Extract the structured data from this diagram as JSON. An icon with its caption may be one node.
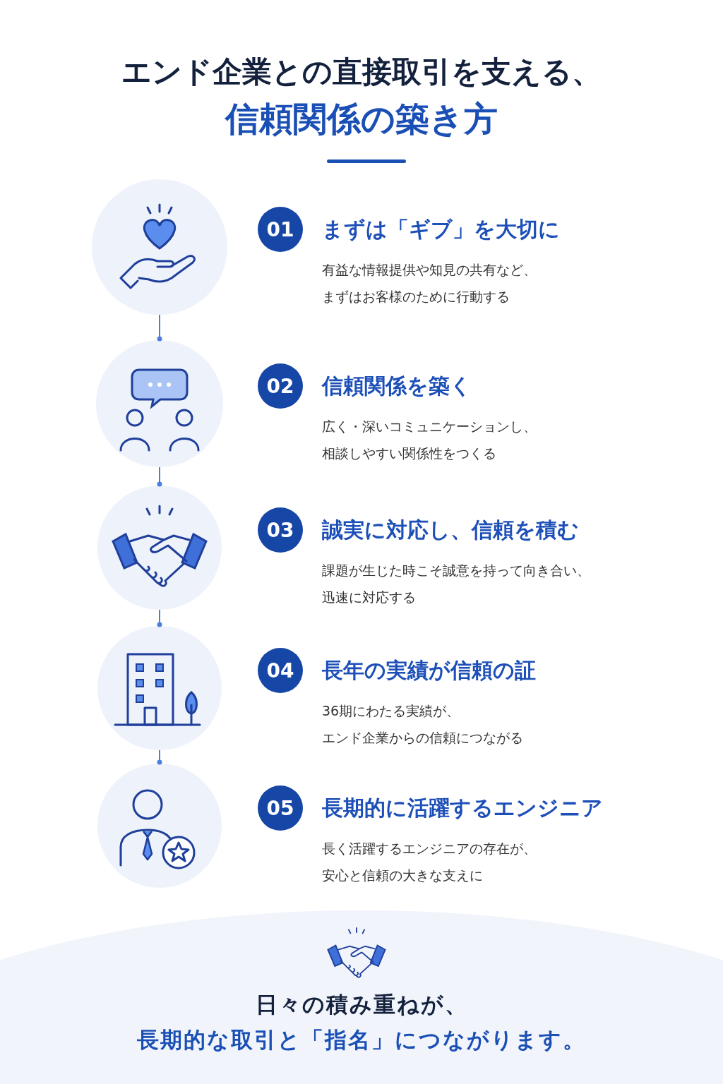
{
  "diagram": {
    "title": "エンド企業との直接取引を支える、信頼関係の築き方",
    "caption": "日々の積み重ねが、長期的な取引と「指名」につながります。",
    "nodes": [
      {
        "text": [],
        "shape": "picture"
      },
      {
        "text": [
          "01"
        ],
        "beside": [
          "まずは「ギブ」を大切に",
          "有益な情報提供や知見の共有など、まずはお客様のために行動する"
        ]
      },
      {
        "text": [],
        "shape": "picture"
      },
      {
        "text": [
          "02"
        ],
        "beside": [
          "信頼関係を築く",
          "広く・深いコミュニケーションし、相談しやすい関係性をつくる"
        ]
      },
      {
        "text": [],
        "shape": "picture"
      },
      {
        "text": [
          "03"
        ],
        "beside": [
          "誠実に対応し、信頼を積む",
          "課題が生じた時こそ誠意を持って向き合い、迅速に対応する"
        ]
      },
      {
        "text": [],
        "shape": "picture"
      },
      {
        "text": [
          "04"
        ],
        "beside": [
          "長年の実績が信頼の証",
          "36期にわたる実績が、エンド企業からの信頼につながる"
        ]
      },
      {
        "text": [],
        "shape": "picture"
      },
      {
        "text": [
          "05"
        ],
        "beside": [
          "長期的に活躍するエンジニア",
          "長く活躍するエンジニアの存在が、安心と信頼の大きな支えに"
        ]
      }
    ],
    "edges": [
      {
        "from": 0,
        "to": 2,
        "arrow": "other"
      },
      {
        "from": 2,
        "to": 4,
        "arrow": "other"
      },
      {
        "from": 4,
        "to": 6,
        "arrow": "other"
      },
      {
        "from": 6,
        "to": 8,
        "arrow": "other"
      }
    ]
  }
}
